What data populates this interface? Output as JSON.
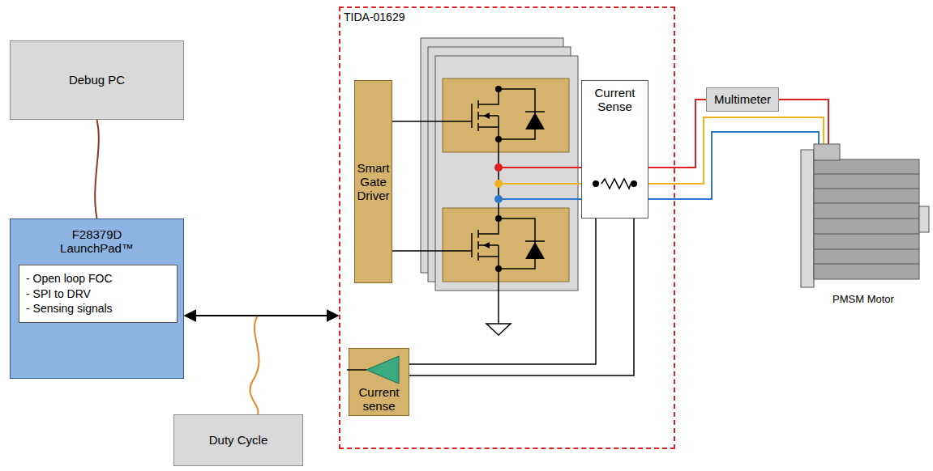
{
  "diagram": {
    "nodes": [
      {
        "text": [
          "Debug PC"
        ]
      },
      {
        "text": [
          "F28379D LaunchPad™"
        ]
      },
      {
        "text": [
          "- Open loop FOC",
          "- SPI to DRV",
          "- Sensing signals"
        ],
        "in": 1
      },
      {
        "text": [
          "TIDA-01629"
        ]
      },
      {
        "text": [
          "Smart Gate Driver"
        ],
        "in": 3
      },
      {
        "text": [
          "Current Sense"
        ],
        "in": 3
      },
      {
        "text": [
          "Current sense"
        ],
        "in": 3
      },
      {
        "text": [
          "Multimeter"
        ]
      },
      {
        "text": [
          "PMSM Motor"
        ]
      },
      {
        "text": [
          "Duty Cycle"
        ]
      }
    ],
    "edges": [
      {
        "from": 0,
        "to": 1,
        "arrow": "none"
      },
      {
        "from": 1,
        "to": 3,
        "arrow": "both"
      }
    ]
  }
}
